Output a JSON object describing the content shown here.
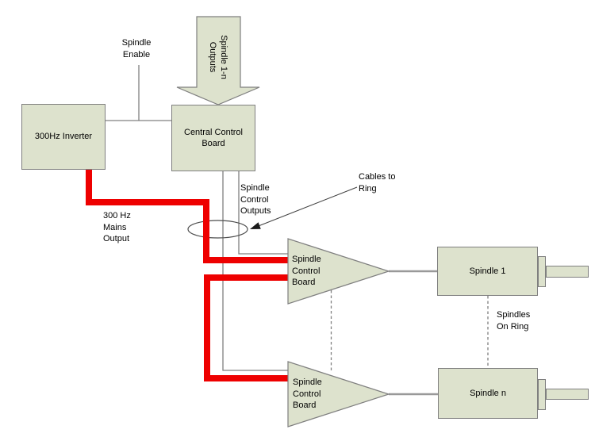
{
  "colors": {
    "box_fill": "#dde2cd",
    "box_border": "#7f7f7f",
    "mains_red": "#ee0000",
    "line_gray": "#808080",
    "text_color": "#000000"
  },
  "nodes": {
    "inverter": {
      "label": "300Hz Inverter"
    },
    "central_control_board": {
      "label": "Central Control\nBoard"
    },
    "spindle_control_board_1": {
      "label": "Spindle\nControl\nBoard"
    },
    "spindle_control_board_2": {
      "label": "Spindle\nControl\nBoard"
    },
    "spindle_1": {
      "label": "Spindle 1"
    },
    "spindle_n": {
      "label": "Spindle n"
    }
  },
  "labels": {
    "spindle_enable": "Spindle\nEnable",
    "spindle_outputs_arrow": "Spindle 1-n\nOutputs",
    "spindle_control_outputs": "Spindle\nControl\nOutputs",
    "cables_to_ring": "Cables to\nRing",
    "mains_output": "300 Hz\nMains\nOutput",
    "spindles_on_ring": "Spindles\nOn Ring"
  }
}
